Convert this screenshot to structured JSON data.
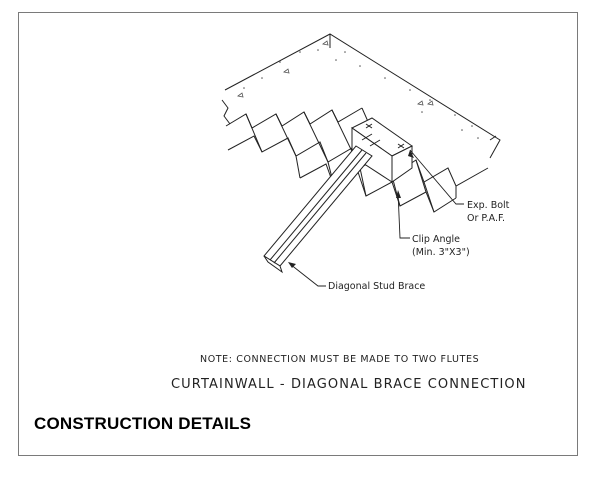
{
  "callouts": {
    "bolt_line1": "Exp. Bolt",
    "bolt_line2": "Or P.A.F.",
    "clip_line1": "Clip Angle",
    "clip_line2": "(Min. 3\"X3\")",
    "brace": "Diagonal Stud Brace"
  },
  "note": "NOTE: CONNECTION MUST BE MADE TO TWO FLUTES",
  "drawing_title": "CURTAINWALL - DIAGONAL BRACE CONNECTION",
  "section_heading": "CONSTRUCTION DETAILS",
  "colors": {
    "line": "#222222",
    "frame": "#7a7a7a",
    "concrete_hatch": "#555555"
  }
}
